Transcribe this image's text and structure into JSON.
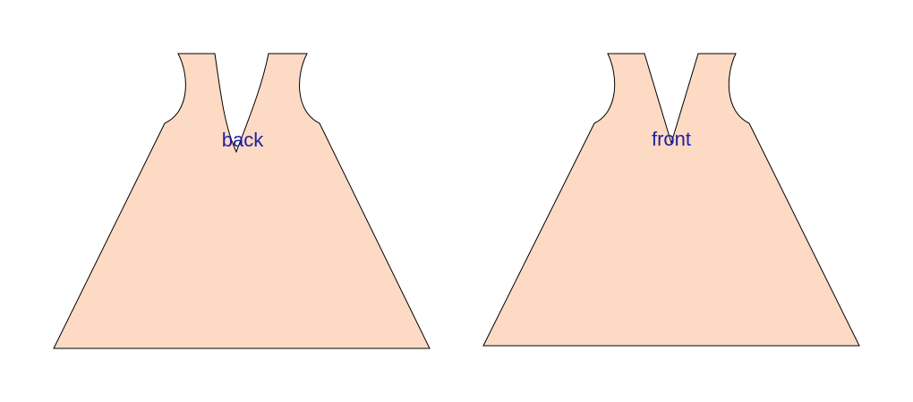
{
  "colors": {
    "background": "#ffffff",
    "piece_fill": "#fddac4",
    "outline": "#000000",
    "label": "#1f1fa0"
  },
  "pieces": [
    {
      "id": "back",
      "label": "back"
    },
    {
      "id": "front",
      "label": "front"
    }
  ]
}
